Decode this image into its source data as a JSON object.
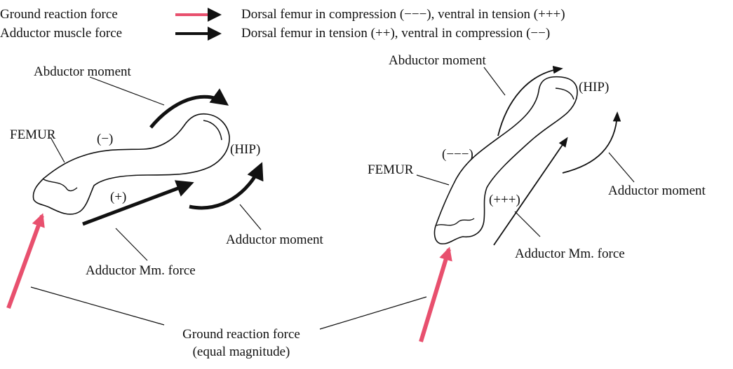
{
  "legend": {
    "ground_reaction_label": "Ground reaction force",
    "ground_reaction_effect": "Dorsal femur in compression (−−−), ventral in tension (+++)",
    "adductor_muscle_label": "Adductor muscle force",
    "adductor_muscle_effect": "Dorsal femur in tension (++), ventral in compression (−−)"
  },
  "left_panel": {
    "abductor_moment": "Abductor moment",
    "femur": "FEMUR",
    "dorsal_sign": "(−)",
    "ventral_sign": "(+)",
    "hip": "(HIP)",
    "adductor_moment": "Adductor moment",
    "adductor_mm_force": "Adductor Mm. force"
  },
  "right_panel": {
    "abductor_moment": "Abductor moment",
    "hip": "(HIP)",
    "dorsal_sign": "(−−−)",
    "femur": "FEMUR",
    "ventral_sign": "(+++)",
    "adductor_moment": "Adductor moment",
    "adductor_mm_force": "Adductor Mm. force"
  },
  "bottom": {
    "ground_reaction_line1": "Ground reaction force",
    "ground_reaction_line2": "(equal magnitude)"
  },
  "colors": {
    "ground_reaction_arrow": "#e8506e",
    "ink": "#111111"
  }
}
